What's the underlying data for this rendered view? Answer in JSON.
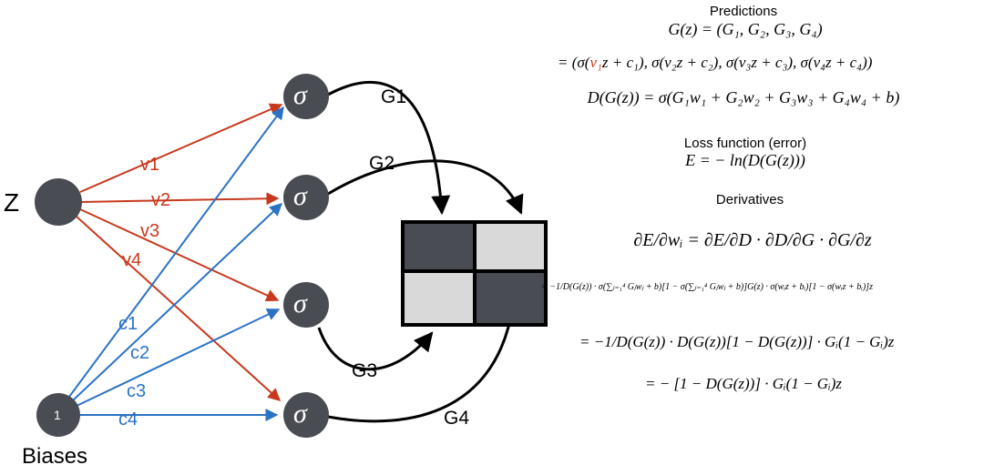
{
  "network": {
    "input_label": "Z",
    "bias_label": "Biases",
    "bias_node_text": "1",
    "activation_symbol": "σ",
    "weights": [
      "v1",
      "v2",
      "v3",
      "v4"
    ],
    "biases": [
      "c1",
      "c2",
      "c3",
      "c4"
    ],
    "outputs": [
      "G1",
      "G2",
      "G3",
      "G4"
    ],
    "colors": {
      "node": "#4a4c54",
      "weight_edge": "#c8381d",
      "bias_edge": "#2a73c4",
      "output_edge": "#000000",
      "cell_dark": "#4a4c54",
      "cell_light": "#d9d9d9"
    },
    "grid_pattern": [
      [
        "dark",
        "light"
      ],
      [
        "light",
        "dark"
      ]
    ]
  },
  "equations": {
    "predictions_heading": "Predictions",
    "pred_line1": "G(z) = (G₁, G₂, G₃, G₄)",
    "pred_line2_parts": [
      "= (σ(",
      "v₁",
      "z + c₁), σ(v₂z + c₂), σ(v₃z + c₃), σ(v₄z + c₄))"
    ],
    "discriminator": "D(G(z)) = σ(G₁w₁ + G₂w₂ + G₃w₃ + G₄w₄ + b)",
    "loss_heading": "Loss function (error)",
    "loss": "E = − ln(D(G(z)))",
    "derivatives_heading": "Derivatives",
    "chain_rule": "∂E/∂wᵢ = ∂E/∂D · ∂D/∂G · ∂G/∂z",
    "expanded": "= −1/D(G(z)) · σ(∑ⱼ₌₁⁴ Gⱼwⱼ + b)[1 − σ(∑ⱼ₌₁⁴ Gⱼwⱼ + b)]G(z) · σ(wᵢz + bᵢ)[1 − σ(wᵢz + bᵢ)]z",
    "simplified": "= −1/D(G(z)) · D(G(z))[1 − D(G(z))] · Gᵢ(1 − Gᵢ)z",
    "final": "= − [1 − D(G(z))] · Gᵢ(1 − Gᵢ)z"
  }
}
